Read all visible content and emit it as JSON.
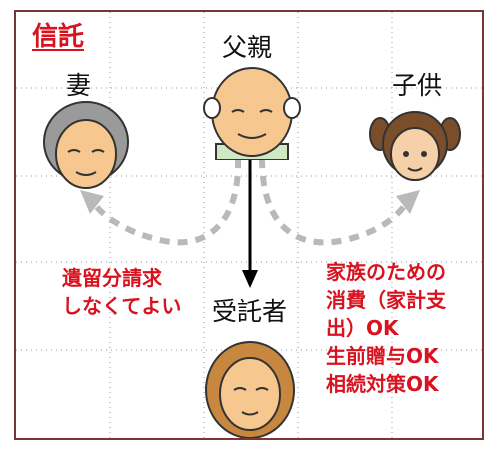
{
  "title": "信託",
  "people": {
    "father": "父親",
    "wife": "妻",
    "child": "子供",
    "trustee": "受託者"
  },
  "notes": {
    "wife_note": [
      "遺留分請求",
      "しなくてよい"
    ],
    "child_note": [
      "家族のための",
      "消費（家計支",
      "出）OK",
      "生前贈与OK",
      "相続対策OK"
    ]
  },
  "colors": {
    "accent_red": "#d8121f",
    "frame": "#7a3535",
    "arrow_gray": "#b9b9b9"
  }
}
